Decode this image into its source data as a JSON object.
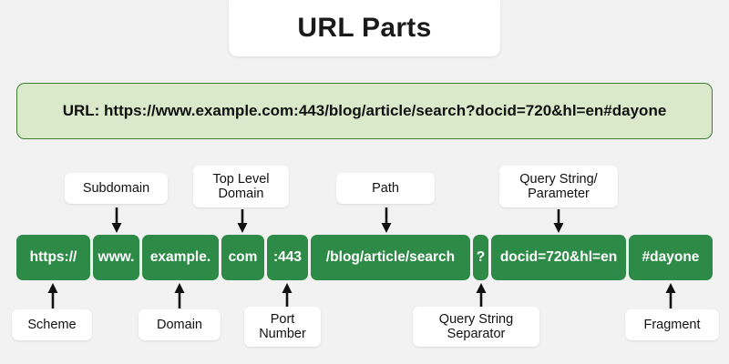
{
  "page": {
    "background_color": "#f2f2f2",
    "title": "URL Parts"
  },
  "banner": {
    "url_text": "URL: https://www.example.com:443/blog/article/search?docid=720&hl=en#dayone",
    "background_color": "#d9e9c9",
    "border_color": "#3f7d33"
  },
  "segment_color": "#2e8b47",
  "segments": [
    {
      "text": "https://",
      "part": "scheme"
    },
    {
      "text": "www.",
      "part": "subdomain"
    },
    {
      "text": "example.",
      "part": "domain"
    },
    {
      "text": "com",
      "part": "top-level-domain"
    },
    {
      "text": ":443",
      "part": "port-number"
    },
    {
      "text": "/blog/article/search",
      "part": "path"
    },
    {
      "text": "?",
      "part": "query-string-separator"
    },
    {
      "text": "docid=720&hl=en",
      "part": "query-string-parameter"
    },
    {
      "text": "#dayone",
      "part": "fragment"
    }
  ],
  "labels_top": [
    {
      "line1": "Subdomain",
      "line2": ""
    },
    {
      "line1": "Top Level",
      "line2": "Domain"
    },
    {
      "line1": "Path",
      "line2": ""
    },
    {
      "line1": "Query String/",
      "line2": "Parameter"
    }
  ],
  "labels_bottom": [
    {
      "line1": "Scheme",
      "line2": ""
    },
    {
      "line1": "Domain",
      "line2": ""
    },
    {
      "line1": "Port",
      "line2": "Number"
    },
    {
      "line1": "Query String",
      "line2": "Separator"
    },
    {
      "line1": "Fragment",
      "line2": ""
    }
  ]
}
